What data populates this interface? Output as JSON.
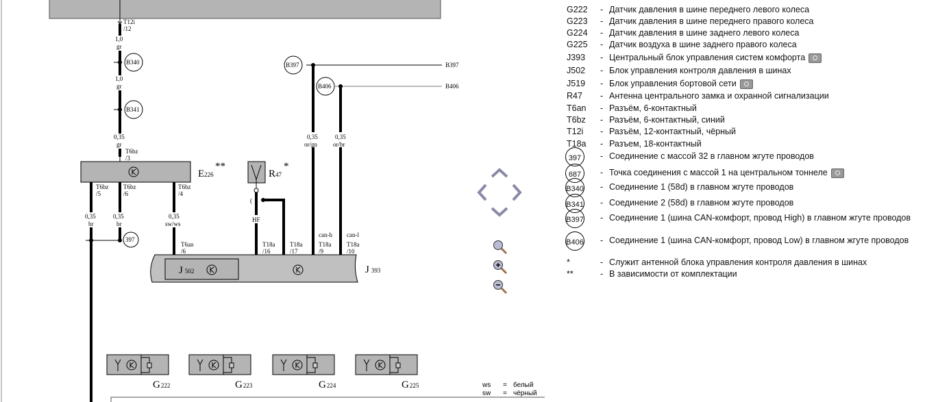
{
  "diagram": {
    "t12i": "T12i",
    "t12i_pin": "/12",
    "w1_size": "1,0",
    "w1_color": "gr",
    "w2_size": "1,0",
    "w2_color": "gr",
    "w3_size": "0,35",
    "w3_color": "gr",
    "b340": "B340",
    "b341": "B341",
    "b397": "B397",
    "b406": "B406",
    "t6bz3": "T6bz",
    "t6bz3_pin": "/3",
    "e226": "E",
    "e226_sub": "226",
    "e226_mark": "**",
    "r47": "R",
    "r47_sub": "47",
    "r47_mark": "*",
    "t6bz5": "T6bz",
    "t6bz5_pin": "/5",
    "t6bz6": "T6bz",
    "t6bz6_pin": "/6",
    "t6bz4": "T6bz",
    "t6bz4_pin": "/4",
    "w5_size": "0,35",
    "w5_color": "br",
    "w6_size": "0,35",
    "w6_color": "br",
    "w4_size": "0,35",
    "w4_color": "sw/ws",
    "ground_397": "397",
    "hf": "HF",
    "t6an": "T6an",
    "t6an_pin": "/6",
    "t18a16": "T18a",
    "t18a16_pin": "/16",
    "t18a17": "T18a",
    "t18a17_pin": "/17",
    "t18a9": "T18a",
    "t18a9_pin": "/9",
    "t18a10": "T18a",
    "t18a10_pin": "/10",
    "can_h": "can-h",
    "can_l": "can-l",
    "w_can_h_size": "0,35",
    "w_can_h_color": "or/gn",
    "w_can_l_size": "0,35",
    "w_can_l_color": "or/br",
    "b397_line": "B397",
    "b406_line": "B406",
    "j502": "J",
    "j502_sub": "502",
    "j393": "J",
    "j393_sub": "393",
    "g222": "G",
    "g222_sub": "222",
    "g223": "G",
    "g223_sub": "223",
    "g224": "G",
    "g224_sub": "224",
    "g225": "G",
    "g225_sub": "225"
  },
  "color_key": [
    {
      "abbr": "ws",
      "eq": "=",
      "meaning": "белый"
    },
    {
      "abbr": "sw",
      "eq": "=",
      "meaning": "чёрный"
    }
  ],
  "legend": [
    {
      "code": "G222",
      "text": "Датчик давления в шине переднего левого колеса"
    },
    {
      "code": "G223",
      "text": "Датчик давления в шине переднего правого колеса"
    },
    {
      "code": "G224",
      "text": "Датчик давления в шине заднего левого колеса"
    },
    {
      "code": "G225",
      "text": "Датчик воздуха в шине заднего правого колеса"
    },
    {
      "code": "J393",
      "text": "Центральный блок управления систем комфорта",
      "photo": "camera-icon"
    },
    {
      "code": "J502",
      "text": "Блок управления контроля давления в шинах"
    },
    {
      "code": "J519",
      "text": "Блок управления бортовой сети",
      "photo": "camera-icon"
    },
    {
      "code": "R47",
      "text": "Антенна центрального замка и охранной сигнализации"
    },
    {
      "code": "T6an",
      "text": "Разъём, 6-контактный"
    },
    {
      "code": "T6bz",
      "text": "Разъём, 6-контактный, синий"
    },
    {
      "code": "T12i",
      "text": "Разъём, 12-контактный, чёрный"
    },
    {
      "code": "T18a",
      "text": "Разъем, 18-контактный"
    },
    {
      "code": "397",
      "circle": true,
      "text": "Соединение с массой 32 в главном жгуте проводов"
    },
    {
      "code": "687",
      "circle": true,
      "text": "Точка соединения с массой 1 на центральном тоннеле",
      "photo": "camera-icon"
    },
    {
      "code": "B340",
      "circle": true,
      "text": "Соединение 1 (58d) в главном жгуте проводов"
    },
    {
      "code": "B341",
      "circle": true,
      "text": "Соединение 2 (58d) в главном жгуте проводов"
    },
    {
      "code": "B397",
      "circle": true,
      "text": "Соединение 1 (шина CAN-комфорт, провод High) в главном жгуте проводов"
    },
    {
      "code": "B406",
      "circle": true,
      "text": "Соединение 1 (шина CAN-комфорт, провод Low) в главном жгуте проводов"
    },
    {
      "code": "*",
      "text": "Служит антенной блока управления контроля давления в шинах"
    },
    {
      "code": "**",
      "text": "В зависимости от комплектации"
    }
  ],
  "dash": "-"
}
